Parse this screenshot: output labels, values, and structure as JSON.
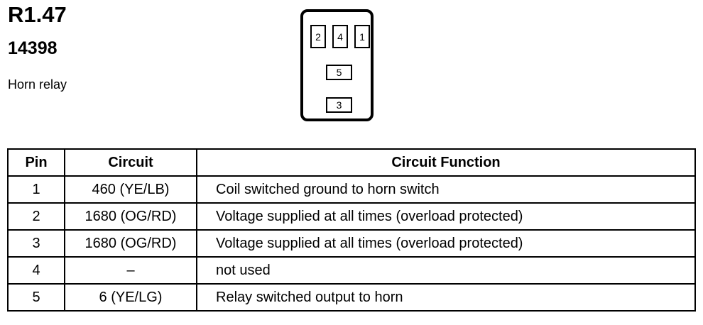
{
  "header": {
    "ref_code": "R1.47",
    "part_number": "14398",
    "component_name": "Horn relay"
  },
  "connector": {
    "pins": [
      "2",
      "4",
      "1",
      "5",
      "3"
    ]
  },
  "table": {
    "headers": [
      "Pin",
      "Circuit",
      "Circuit Function"
    ],
    "rows": [
      {
        "pin": "1",
        "circuit": "460 (YE/LB)",
        "function": "Coil switched ground to horn switch"
      },
      {
        "pin": "2",
        "circuit": "1680 (OG/RD)",
        "function": "Voltage supplied at all times (overload protected)"
      },
      {
        "pin": "3",
        "circuit": "1680 (OG/RD)",
        "function": "Voltage supplied at all times (overload protected)"
      },
      {
        "pin": "4",
        "circuit": "–",
        "function": "not used"
      },
      {
        "pin": "5",
        "circuit": "6 (YE/LG)",
        "function": "Relay switched output to horn"
      }
    ]
  }
}
